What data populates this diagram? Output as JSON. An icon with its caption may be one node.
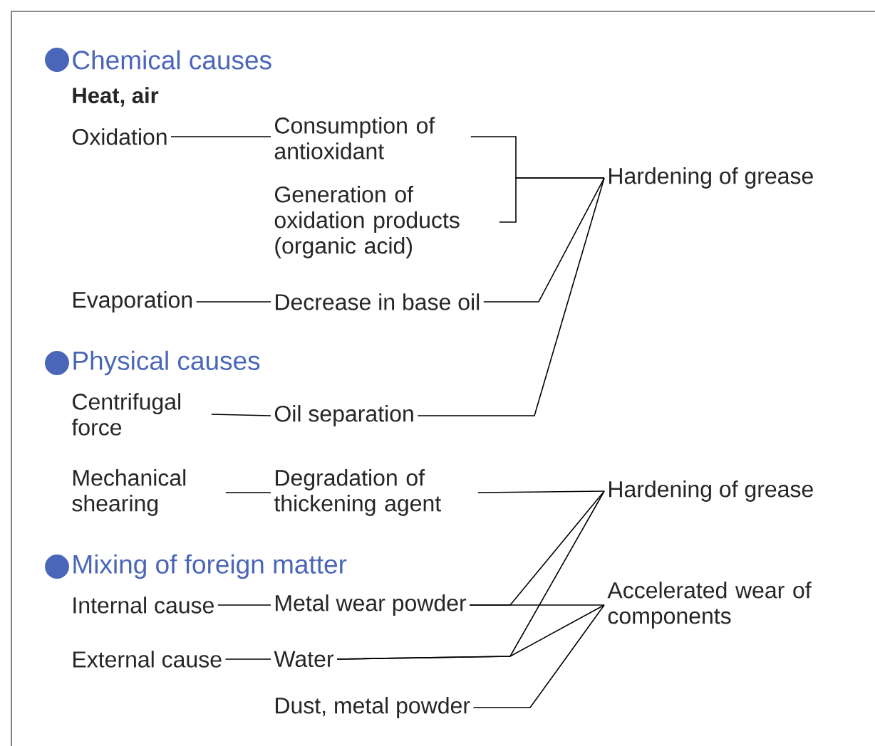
{
  "diagram": {
    "nodes": [
      {
        "text": [
          "Oxidation"
        ]
      },
      {
        "text": [
          "Consumption of antioxidant"
        ]
      },
      {
        "text": [
          "Generation of oxidation products (organic acid)"
        ]
      },
      {
        "text": [
          "Evaporation"
        ]
      },
      {
        "text": [
          "Decrease in base oil"
        ]
      },
      {
        "text": [
          "Hardening of grease"
        ]
      },
      {
        "text": [
          "Centrifugal force"
        ]
      },
      {
        "text": [
          "Oil separation"
        ]
      },
      {
        "text": [
          "Mechanical shearing"
        ]
      },
      {
        "text": [
          "Degradation of thickening agent"
        ]
      },
      {
        "text": [
          "Hardening of grease"
        ]
      },
      {
        "text": [
          "Internal cause"
        ]
      },
      {
        "text": [
          "Metal wear powder"
        ]
      },
      {
        "text": [
          "Accelerated wear of components"
        ]
      },
      {
        "text": [
          "External cause"
        ]
      },
      {
        "text": [
          "Water"
        ]
      },
      {
        "text": [
          "Dust, metal powder"
        ]
      }
    ],
    "edges": [
      {
        "from": 0,
        "to": 1,
        "arrow": "none"
      },
      {
        "from": 1,
        "to": 5,
        "arrow": "none"
      },
      {
        "from": 2,
        "to": 5,
        "arrow": "none"
      },
      {
        "from": 3,
        "to": 4,
        "arrow": "none"
      },
      {
        "from": 4,
        "to": 5,
        "arrow": "none"
      },
      {
        "from": 6,
        "to": 7,
        "arrow": "none"
      },
      {
        "from": 7,
        "to": 5,
        "arrow": "none"
      },
      {
        "from": 8,
        "to": 9,
        "arrow": "none"
      },
      {
        "from": 9,
        "to": 10,
        "arrow": "none"
      },
      {
        "from": 11,
        "to": 12,
        "arrow": "none"
      },
      {
        "from": 12,
        "to": 10,
        "arrow": "none"
      },
      {
        "from": 12,
        "to": 13,
        "arrow": "none"
      },
      {
        "from": 14,
        "to": 15,
        "arrow": "none"
      },
      {
        "from": 15,
        "to": 10,
        "arrow": "none"
      },
      {
        "from": 15,
        "to": 13,
        "arrow": "none"
      },
      {
        "from": 16,
        "to": 13,
        "arrow": "none"
      }
    ],
    "labels": [
      "Chemical causes",
      "Heat, air",
      "Physical causes",
      "Mixing of foreign matter"
    ]
  }
}
